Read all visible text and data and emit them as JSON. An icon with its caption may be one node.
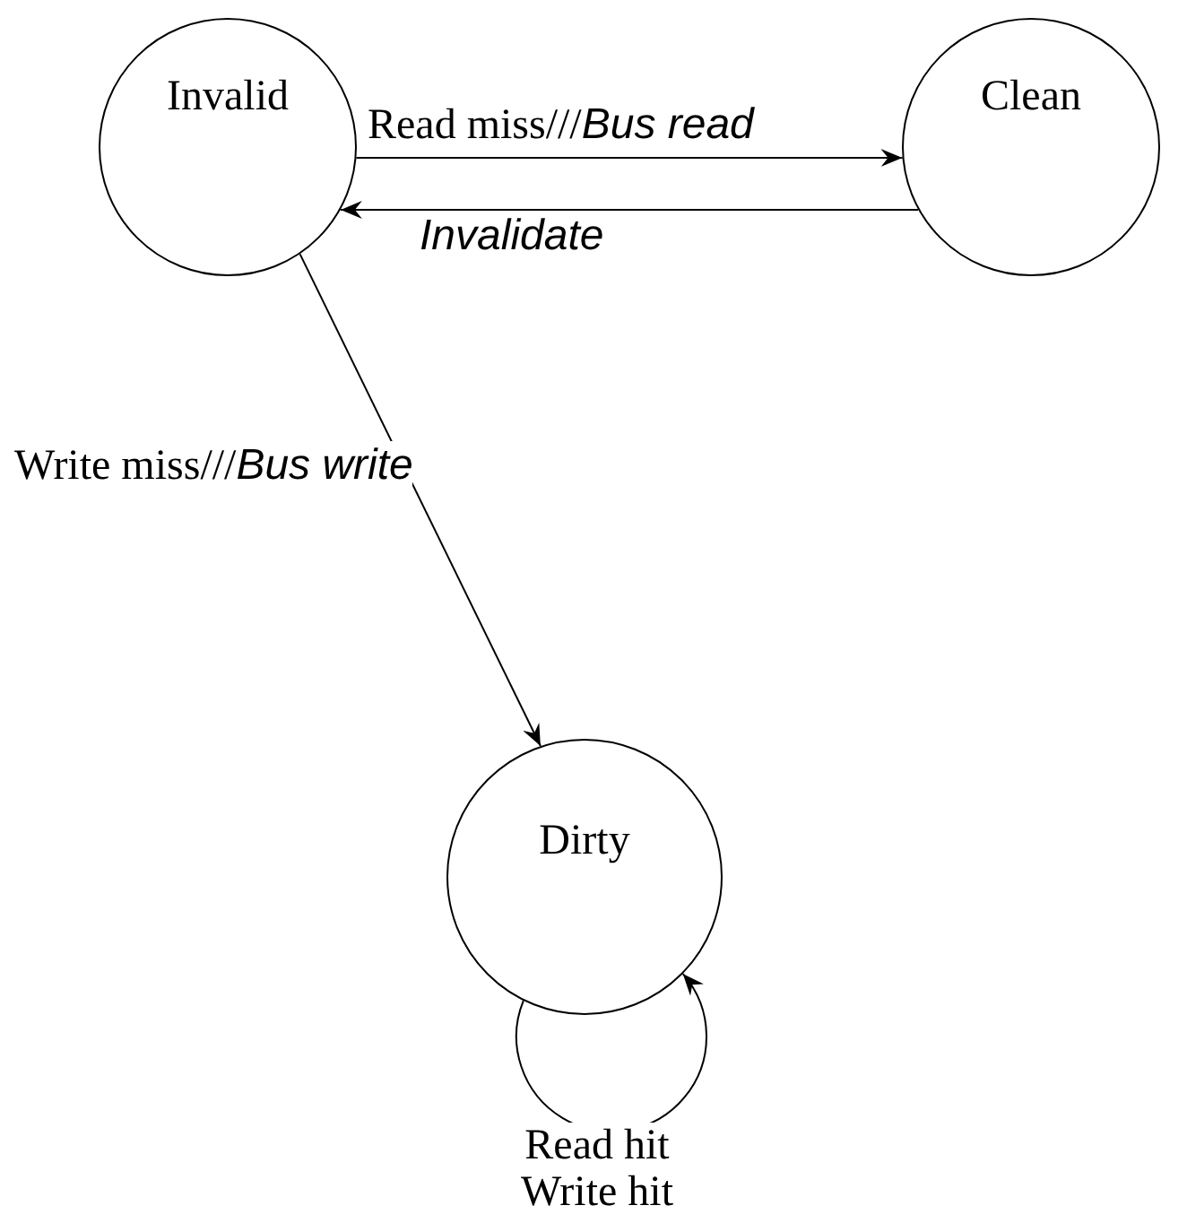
{
  "diagram": {
    "nodes": [
      {
        "text": [
          "Invalid"
        ]
      },
      {
        "text": [
          "Clean"
        ]
      },
      {
        "text": [
          "Dirty"
        ]
      }
    ],
    "edges": [
      {
        "from": 0,
        "to": 1,
        "arrow": "to",
        "label": "Read miss///*Bus read*"
      },
      {
        "from": 1,
        "to": 0,
        "arrow": "to",
        "label": "*Invalidate*"
      },
      {
        "from": 0,
        "to": 2,
        "arrow": "to",
        "label": "Write miss///*Bus write*"
      },
      {
        "from": 2,
        "to": 2,
        "arrow": "to",
        "label": "Read hit Write hit"
      }
    ]
  }
}
